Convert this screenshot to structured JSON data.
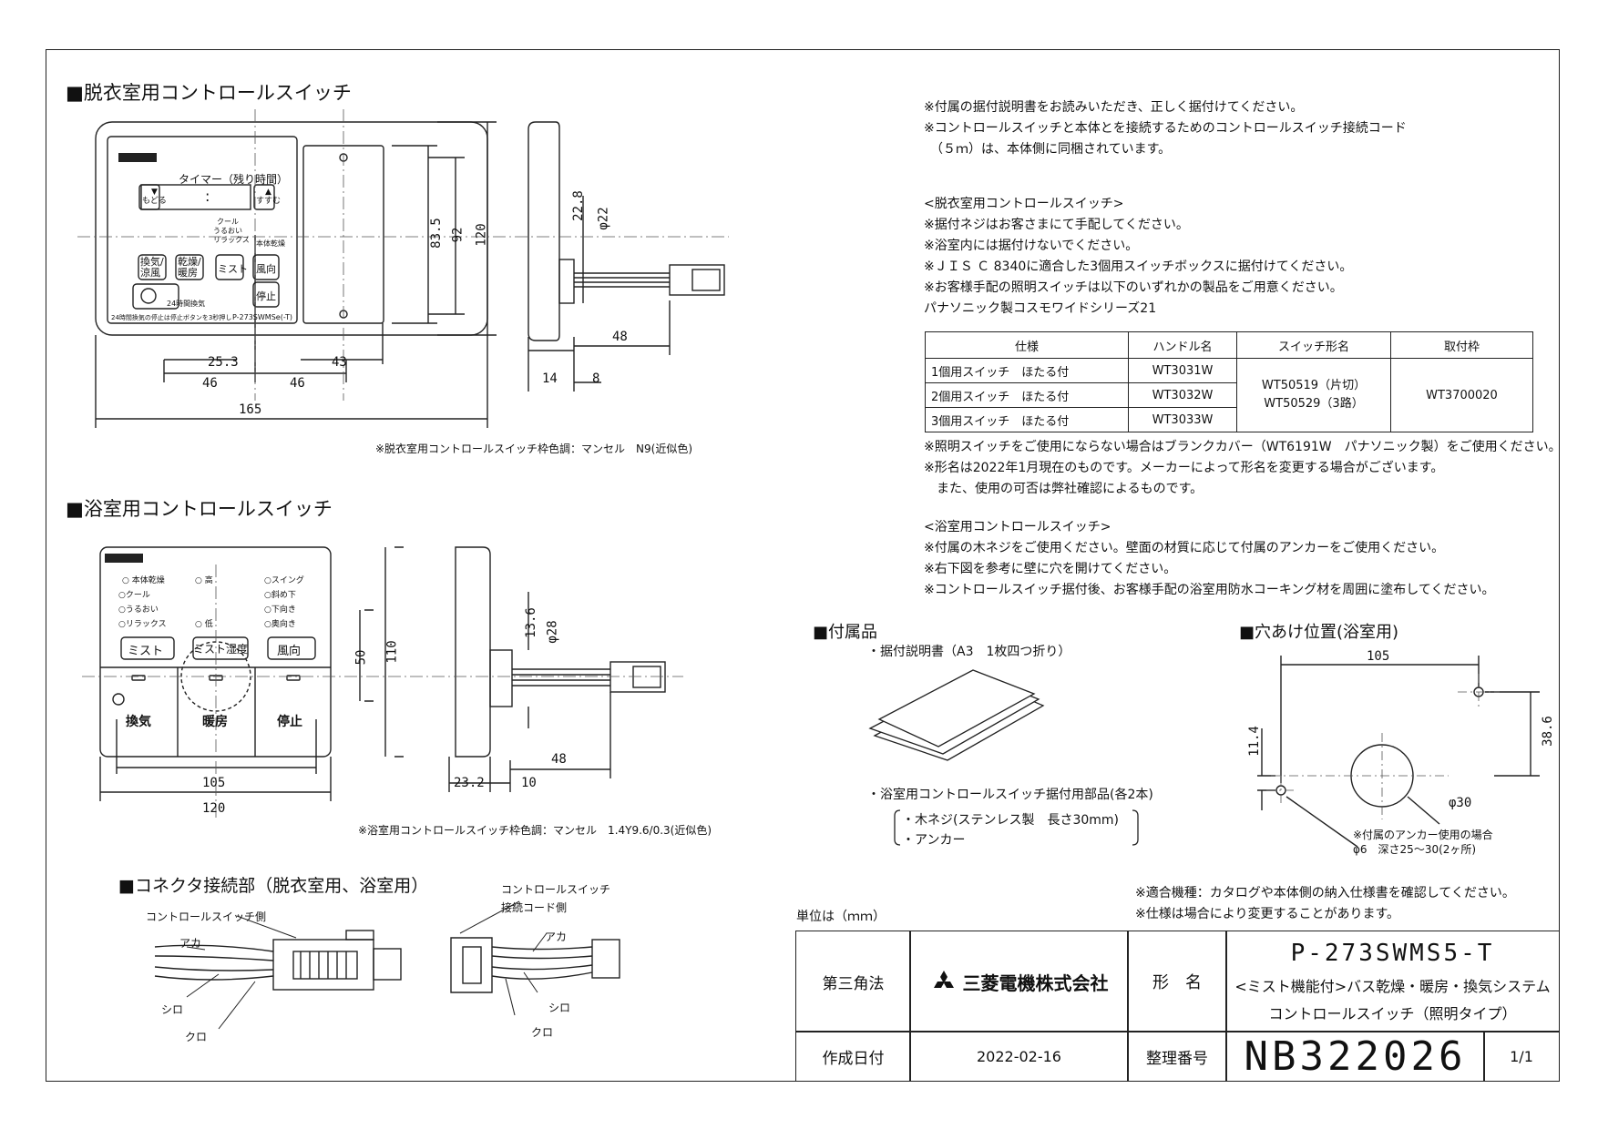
{
  "section_titles": {
    "datsui": "■脱衣室用コントロールスイッチ",
    "yoku": "■浴室用コントロールスイッチ",
    "connector": "■コネクタ接続部（脱衣室用、浴室用）",
    "fuzoku": "■付属品",
    "anaake": "■穴あけ位置(浴室用)"
  },
  "datsui_panel": {
    "timer": "タイマー（残り時間）",
    "colon": ":",
    "down": "▼\nもどる",
    "up": "▲\nすすむ",
    "btn_kanki": "換気/\n涼風",
    "btn_kanso": "乾燥/\n暖房",
    "btn_mist": "ミスト",
    "btn_fuko": "風向",
    "btn_stop": "停止",
    "cool": "クール",
    "uruoi": "うるおい",
    "relax": "リラックス",
    "honkan": "本体乾燥",
    "kankoku": "24時間換気",
    "model": "P-273SWMSe(-T)",
    "note": "24時間換気の停止は停止ボタンを3秒押し"
  },
  "datsui_dims": {
    "w165": "165",
    "d25": "25.3",
    "d46a": "46",
    "d46b": "46",
    "d43": "43",
    "h83": "83.5",
    "h92": "92",
    "h120": "120",
    "s228": "22.8",
    "s22": "φ22",
    "s48": "48",
    "s14": "14",
    "s8": "8"
  },
  "datsui_color": "※脱衣室用コントロールスイッチ枠色調：マンセル　N9(近似色)",
  "yoku_panel": {
    "honkan": "○ 本体乾燥",
    "cool": "○クール",
    "uruoi": "○うるおい",
    "relax": "○リラックス",
    "high": "○ 高",
    "low": "○ 低",
    "swing": "○スイング",
    "naname": "○斜め下",
    "shita": "○下向き",
    "oku": "○奥向き",
    "btn_mist": "ミスト",
    "btn_mist_shitsu": "ミスト湿度",
    "btn_fuko": "風向",
    "btn_kanki": "換気",
    "btn_danbo": "暖房",
    "btn_stop": "停止"
  },
  "yoku_dims": {
    "w105": "105",
    "w120": "120",
    "h50": "50",
    "h110": "110",
    "s136": "13.6",
    "s28": "φ28",
    "s48": "48",
    "s232": "23.2",
    "s10": "10"
  },
  "yoku_color": "※浴室用コントロールスイッチ枠色調：マンセル　1.4Y9.6/0.3(近似色)",
  "connector": {
    "left_label": "コントロールスイッチ側",
    "right_label1": "コントロールスイッチ",
    "right_label2": "接続コード側",
    "aka": "アカ",
    "shiro": "シロ",
    "kuro": "クロ"
  },
  "notes_top": [
    "※付属の据付説明書をお読みいただき、正しく据付けてください。",
    "※コントロールスイッチと本体とを接続するためのコントロールスイッチ接続コード",
    "　（５ｍ）は、本体側に同梱されています。"
  ],
  "notes_datsui": [
    "<脱衣室用コントロールスイッチ>",
    "※据付ネジはお客さまにて手配してください。",
    "※浴室内には据付けないでください。",
    "※ＪＩＳ Ｃ 8340に適合した3個用スイッチボックスに据付けてください。",
    "※お客様手配の照明スイッチは以下のいずれかの製品をご用意ください。",
    "パナソニック製コスモワイドシリーズ21"
  ],
  "spec_table": {
    "headers": [
      "仕様",
      "ハンドル名",
      "スイッチ形名",
      "取付枠"
    ],
    "rows": [
      [
        "1個用スイッチ　ほたる付",
        "WT3031W"
      ],
      [
        "2個用スイッチ　ほたる付",
        "WT3032W"
      ],
      [
        "3個用スイッチ　ほたる付",
        "WT3033W"
      ]
    ],
    "switch_names": [
      "WT50519（片切）",
      "WT50529（3路）"
    ],
    "frame": "WT3700020"
  },
  "notes_after_table": [
    "※照明スイッチをご使用にならない場合はブランクカバー（WT6191W　パナソニック製）をご使用ください。",
    "※形名は2022年1月現在のものです。メーカーによって形名を変更する場合がございます。",
    "　また、使用の可否は弊社確認によるものです。"
  ],
  "notes_yoku": [
    "<浴室用コントロールスイッチ>",
    "※付属の木ネジをご使用ください。壁面の材質に応じて付属のアンカーをご使用ください。",
    "※右下図を参考に壁に穴を開けてください。",
    "※コントロールスイッチ据付後、お客様手配の浴室用防水コーキング材を周囲に塗布してください。"
  ],
  "fuzoku": {
    "item1": "・据付説明書（A3　1枚四つ折り）",
    "item2": "・浴室用コントロールスイッチ据付用部品(各2本)",
    "sub1": "・木ネジ(ステンレス製　長さ30mm)",
    "sub2": "・アンカー"
  },
  "anaake": {
    "d105": "105",
    "d114": "11.4",
    "d386": "38.6",
    "d30": "φ30",
    "note1": "※付属のアンカー使用の場合",
    "note2": "φ6　深さ25～30(2ヶ所)"
  },
  "notes_bottom": [
    "※適合機種：カタログや本体側の納入仕様書を確認してください。",
    "※仕様は場合により変更することがあります。"
  ],
  "unit": "単位は（ｍｍ）",
  "title_block": {
    "projection": "第三角法",
    "company": "三菱電機株式会社",
    "katamei_label": "形　名",
    "model": "P-273SWMS5-T",
    "desc1": "<ミスト機能付>バス乾燥・暖房・換気システム",
    "desc2": "コントロールスイッチ（照明タイプ）",
    "date_label": "作成日付",
    "date": "2022-02-16",
    "number_label": "整理番号",
    "number": "NB322026",
    "sheet": "1/1"
  }
}
